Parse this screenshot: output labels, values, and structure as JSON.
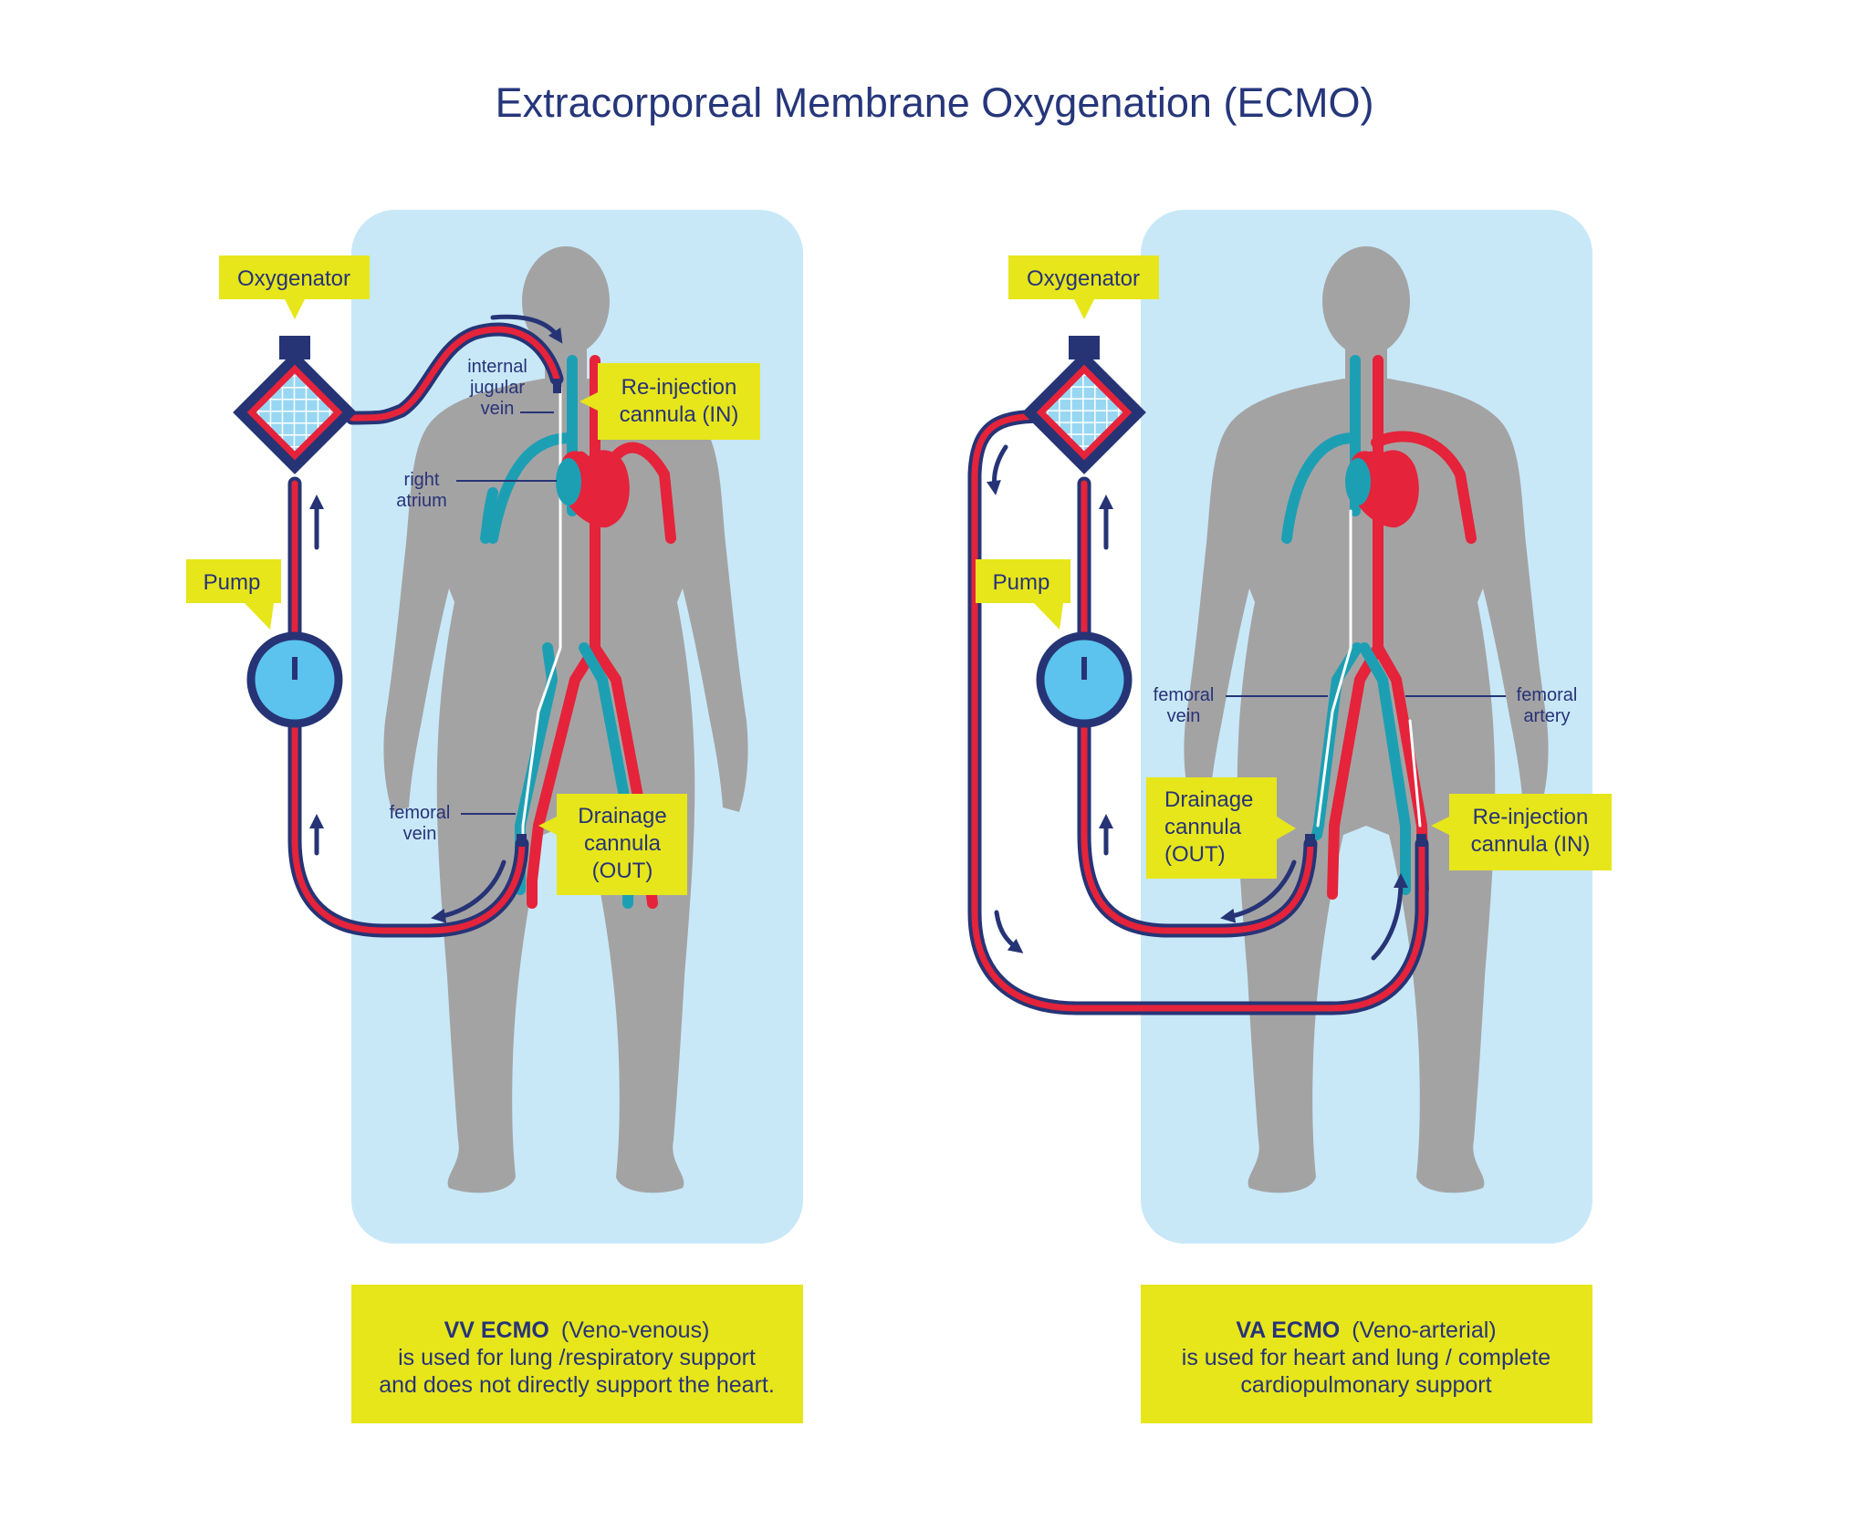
{
  "title": "Extracorporeal Membrane Oxygenation (ECMO)",
  "colors": {
    "navy": "#263476",
    "red": "#e5233a",
    "teal": "#1d9fb3",
    "panel_blue": "#c8e8f8",
    "callout_yellow": "#e6e61a",
    "body_gray": "#a4a3a4",
    "pump_blue": "#5bc3ee",
    "oxygenator_fill": "#98d7f2"
  },
  "vv": {
    "oxygenator_label": "Oxygenator",
    "pump_label": "Pump",
    "ijv_label": [
      "internal",
      "jugular",
      "vein"
    ],
    "right_atrium_label": [
      "right",
      "atrium"
    ],
    "femoral_vein_label": [
      "femoral",
      "vein"
    ],
    "reinjection_label": [
      "Re-injection",
      "cannula (IN)"
    ],
    "drainage_label": [
      "Drainage",
      "cannula",
      "(OUT)"
    ],
    "caption_bold": "VV ECMO",
    "caption_rest": "(Veno-venous)",
    "caption_line2": "is used for lung /respiratory support",
    "caption_line3": "and does not directly support the heart."
  },
  "va": {
    "oxygenator_label": "Oxygenator",
    "pump_label": "Pump",
    "femoral_vein_label": [
      "femoral",
      "vein"
    ],
    "femoral_artery_label": [
      "femoral",
      "artery"
    ],
    "drainage_label": [
      "Drainage",
      "cannula",
      "(OUT)"
    ],
    "reinjection_label": [
      "Re-injection",
      "cannula (IN)"
    ],
    "caption_bold": "VA ECMO",
    "caption_rest": "(Veno-arterial)",
    "caption_line2": "is used for heart and lung / complete",
    "caption_line3": "cardiopulmonary support"
  }
}
